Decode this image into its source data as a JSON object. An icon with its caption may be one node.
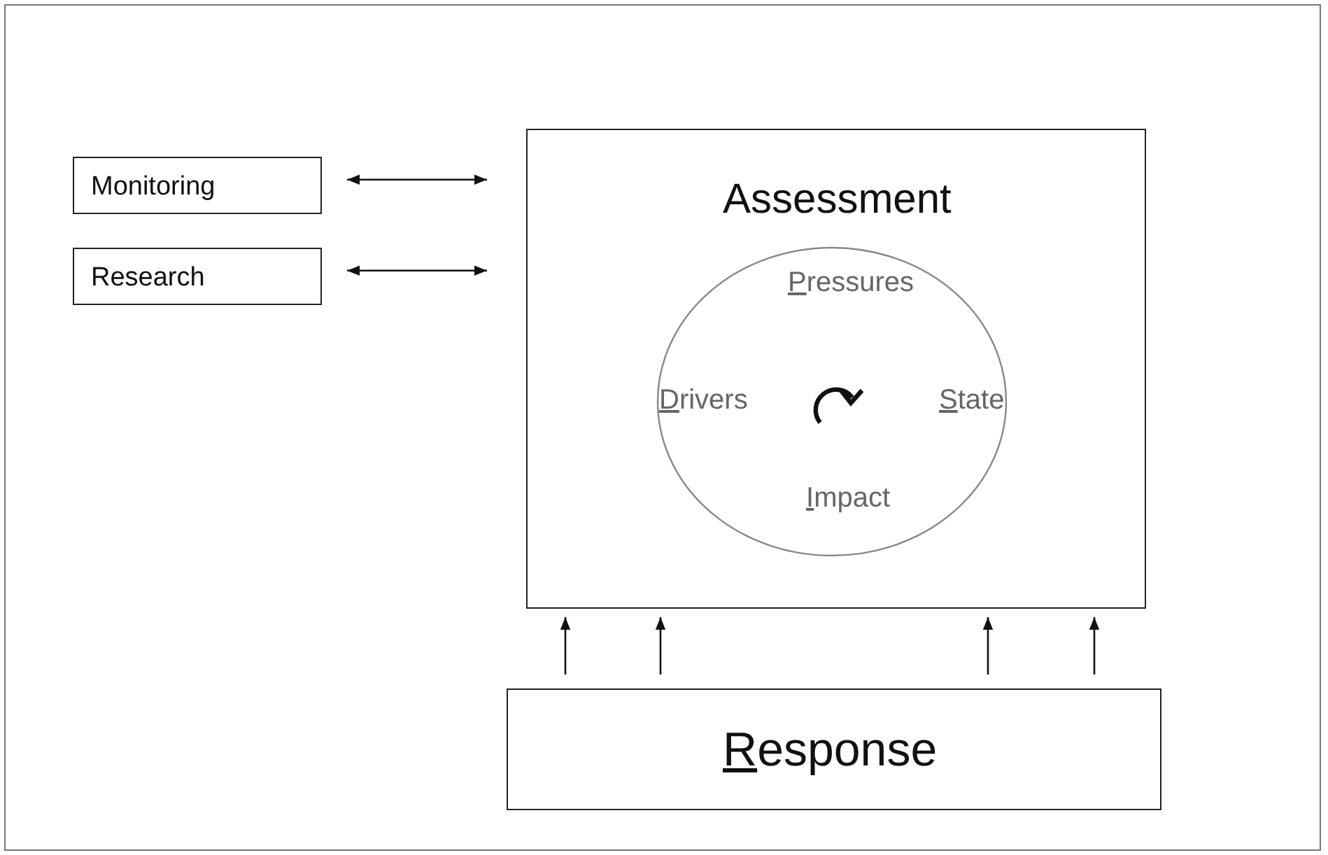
{
  "diagram": {
    "nodes": [
      {
        "text": [
          "Monitoring"
        ]
      },
      {
        "text": [
          "Research"
        ]
      },
      {
        "text": [
          "Assessment"
        ]
      },
      {
        "text": [
          "Pressures",
          "Drivers",
          "State",
          "Impact"
        ],
        "in": 2
      },
      {
        "text": [
          "Response"
        ]
      }
    ],
    "edges": [
      {
        "from": 0,
        "to": 2,
        "arrow": "both"
      },
      {
        "from": 1,
        "to": 2,
        "arrow": "both"
      },
      {
        "from": 4,
        "to": 2,
        "arrow": "to"
      },
      {
        "from": 4,
        "to": 2,
        "arrow": "to"
      },
      {
        "from": 4,
        "to": 2,
        "arrow": "to"
      },
      {
        "from": 4,
        "to": 2,
        "arrow": "to"
      }
    ]
  }
}
